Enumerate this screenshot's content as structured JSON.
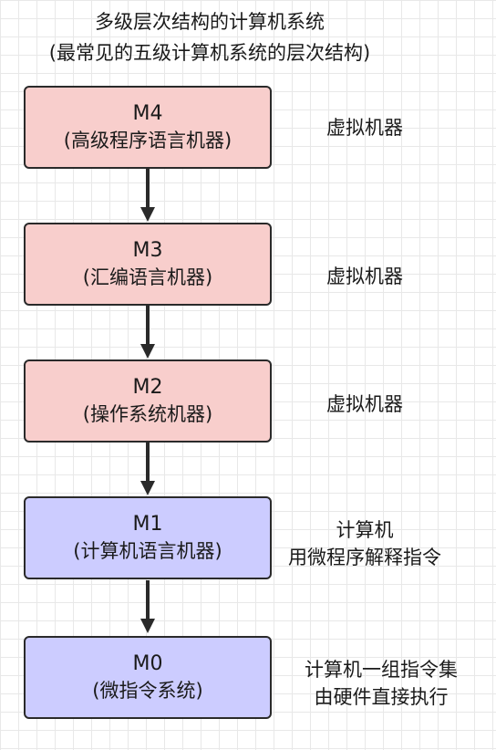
{
  "title": {
    "line1": "多级层次结构的计算机系统",
    "line2": "(最常见的五级计算机系统的层次结构)"
  },
  "levels": [
    {
      "code": "M4",
      "name": "(高级程序语言机器)",
      "kind": "virtual",
      "label_lines": [
        "虚拟机器"
      ]
    },
    {
      "code": "M3",
      "name": "(汇编语言机器)",
      "kind": "virtual",
      "label_lines": [
        "虚拟机器"
      ]
    },
    {
      "code": "M2",
      "name": "(操作系统机器)",
      "kind": "virtual",
      "label_lines": [
        "虚拟机器"
      ]
    },
    {
      "code": "M1",
      "name": "(计算机语言机器)",
      "kind": "physical",
      "label_lines": [
        "计算机",
        "用微程序解释指令"
      ]
    },
    {
      "code": "M0",
      "name": "(微指令系统)",
      "kind": "physical",
      "label_lines": [
        "计算机一组指令集",
        "由硬件直接执行"
      ]
    }
  ],
  "colors": {
    "virtual_fill": "#f8cecc",
    "physical_fill": "#ccccff",
    "border": "#2a2a2a",
    "grid": "#e8e8e8"
  }
}
